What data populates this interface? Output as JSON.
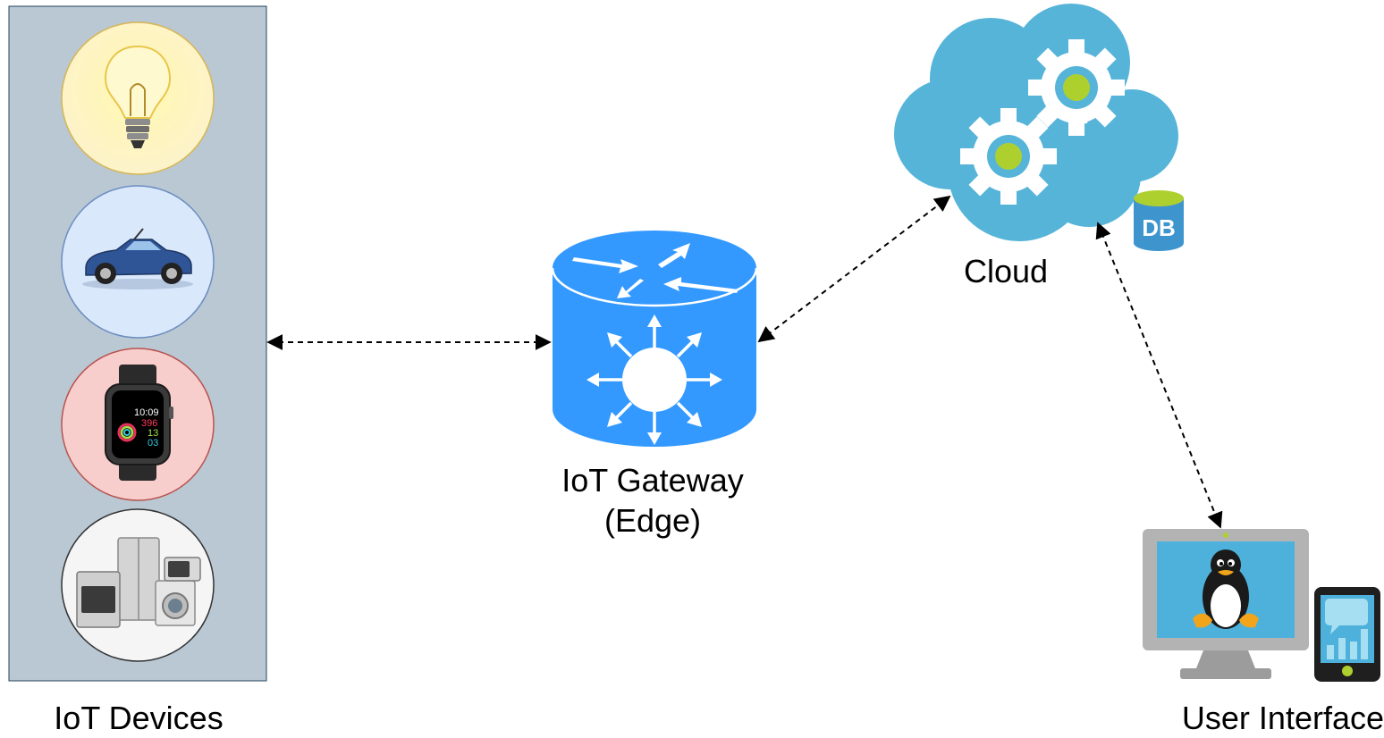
{
  "labels": {
    "devices": "IoT Devices",
    "gateway": "IoT Gateway",
    "gateway_sub": "(Edge)",
    "cloud": "Cloud",
    "user_interface": "User Interface",
    "database_badge": "DB"
  },
  "watch_face": {
    "time": "10:09",
    "move": "396",
    "exercise": "13",
    "stand": "03"
  },
  "devices": [
    {
      "name": "light-bulb",
      "fill": "#fdf3c8",
      "stroke": "#d6b656"
    },
    {
      "name": "car",
      "fill": "#dae8fc",
      "stroke": "#6c8ebf"
    },
    {
      "name": "smartwatch",
      "fill": "#f8cecc",
      "stroke": "#b85450"
    },
    {
      "name": "home-appliances",
      "fill": "#f5f5f5",
      "stroke": "#666666"
    }
  ],
  "colors": {
    "device_panel": "#b9c8d3",
    "gateway": "#3399ff",
    "cloud": "#56b4d9",
    "gear_center": "#aed02f",
    "connector": "#000000"
  },
  "connections": [
    {
      "from": "IoT Devices",
      "to": "IoT Gateway",
      "style": "dashed",
      "direction": "bidirectional"
    },
    {
      "from": "IoT Gateway",
      "to": "Cloud",
      "style": "dashed",
      "direction": "bidirectional"
    },
    {
      "from": "Cloud",
      "to": "User Interface",
      "style": "dashed",
      "direction": "bidirectional"
    }
  ]
}
